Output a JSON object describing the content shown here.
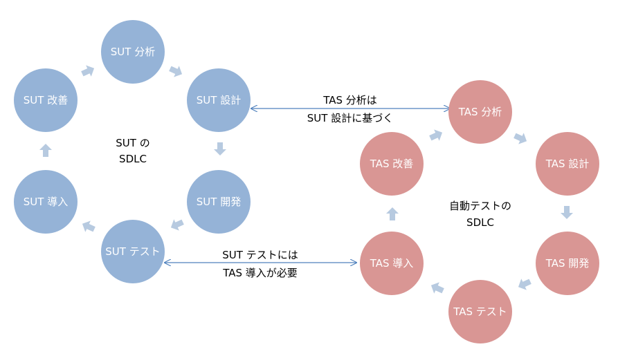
{
  "colors": {
    "sut_node": "#95b3d7",
    "tas_node": "#d99694",
    "cycle_arrow": "#b7cae0",
    "link_line": "#4f81bd",
    "label_text": "#000000",
    "node_text": "#ffffff"
  },
  "sut_cycle": {
    "center_label_line1": "SUT の",
    "center_label_line2": "SDLC",
    "nodes": [
      {
        "key": "analysis",
        "label": "SUT 分析"
      },
      {
        "key": "design",
        "label": "SUT 設計"
      },
      {
        "key": "development",
        "label": "SUT 開発"
      },
      {
        "key": "test",
        "label": "SUT テスト"
      },
      {
        "key": "deployment",
        "label": "SUT 導入"
      },
      {
        "key": "improvement",
        "label": "SUT 改善"
      }
    ]
  },
  "tas_cycle": {
    "center_label_line1": "自動テストの",
    "center_label_line2": "SDLC",
    "nodes": [
      {
        "key": "analysis",
        "label": "TAS 分析"
      },
      {
        "key": "design",
        "label": "TAS 設計"
      },
      {
        "key": "development",
        "label": "TAS 開発"
      },
      {
        "key": "test",
        "label": "TAS テスト"
      },
      {
        "key": "deployment",
        "label": "TAS 導入"
      },
      {
        "key": "improvement",
        "label": "TAS 改善"
      }
    ]
  },
  "links": {
    "design_link_line1": "TAS 分析は",
    "design_link_line2": "SUT 設計に基づく",
    "test_link_line1": "SUT テストには",
    "test_link_line2": "TAS 導入が必要"
  }
}
